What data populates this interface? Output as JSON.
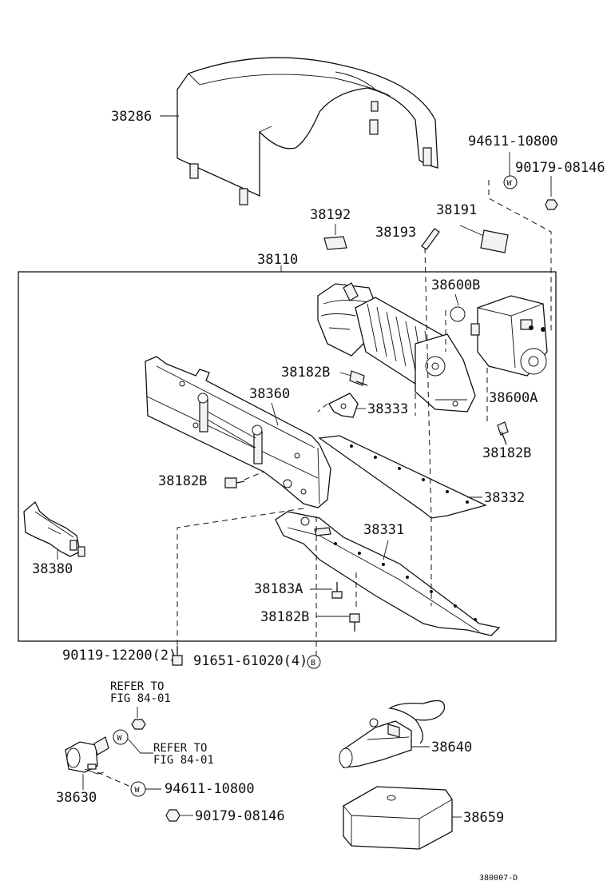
{
  "diagram": {
    "labels": {
      "p38286": "38286",
      "p94611_top": "94611-10800",
      "p90179_top": "90179-08146",
      "p38192": "38192",
      "p38193": "38193",
      "p38191": "38191",
      "p38110": "38110",
      "p38600B": "38600B",
      "p38182B_a": "38182B",
      "p38360": "38360",
      "p38333": "38333",
      "p38600A": "38600A",
      "p38182B_b": "38182B",
      "p38182B_c": "38182B",
      "p38332": "38332",
      "p38331": "38331",
      "p38380": "38380",
      "p38183A": "38183A",
      "p38182B_d": "38182B",
      "p90119": "90119-12200(2)",
      "p91651": "91651-61020(4)",
      "refer1_line1": "REFER TO",
      "refer1_line2": "FIG 84-01",
      "refer2_line1": "REFER TO",
      "refer2_line2": "FIG 84-01",
      "p38640": "38640",
      "p38630": "38630",
      "p94611_bot": "94611-10800",
      "p90179_bot": "90179-08146",
      "p38659": "38659",
      "figure_code": "380007-D"
    },
    "symbols": {
      "washer": "W",
      "bolt": "B"
    }
  }
}
